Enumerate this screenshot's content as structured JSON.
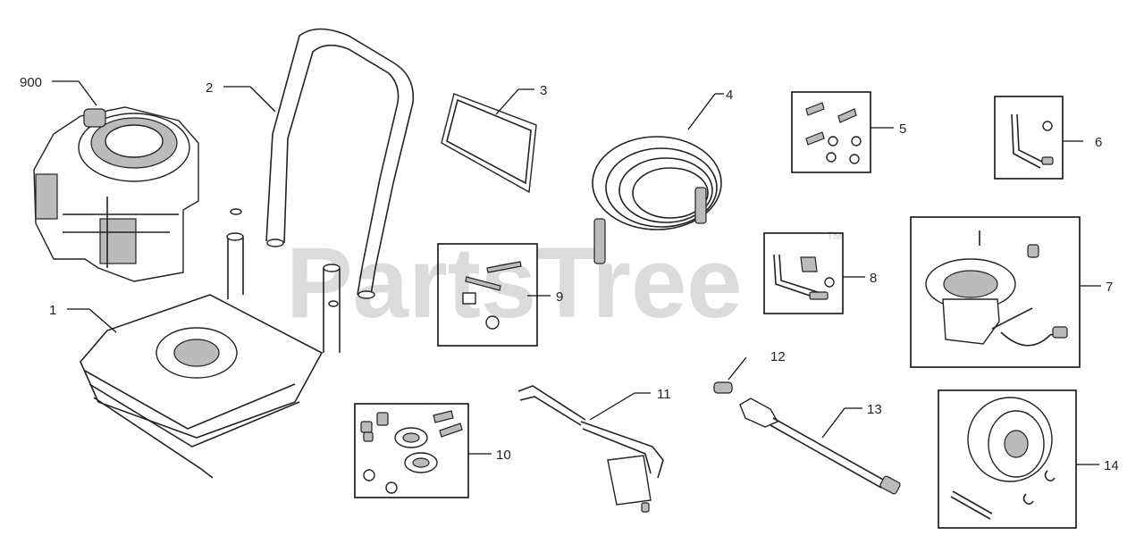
{
  "watermark": {
    "text": "PartsTree",
    "tm": "TM"
  },
  "callouts": {
    "engine": "900",
    "handle": "2",
    "manual": "3",
    "hose": "4",
    "hardware_kit_a": "5",
    "hardware_kit_b": "6",
    "pump": "7",
    "hardware_kit_c": "8",
    "hardware_kit_d": "9",
    "wheel_hardware": "10",
    "spray_gun": "11",
    "nozzle_tip": "12",
    "wand": "13",
    "wheel": "14",
    "frame": "1"
  }
}
